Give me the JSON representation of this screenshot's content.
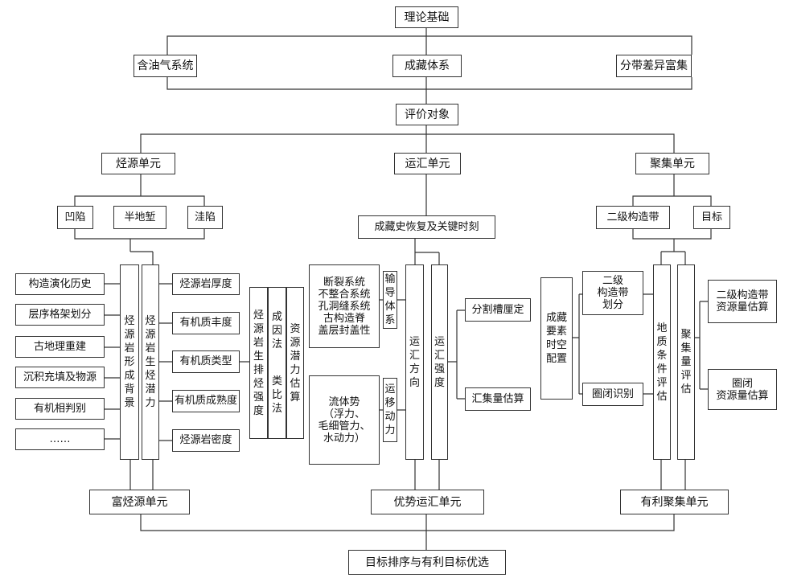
{
  "title": "理论基础",
  "theory": {
    "petroleum_system": "含油气系统",
    "accumulation_system": "成藏体系",
    "zonal_enrichment": "分带差异富集"
  },
  "eval_object": "评价对象",
  "units": {
    "source": "烃源单元",
    "migration": "运汇单元",
    "accumulation": "聚集单元"
  },
  "source": {
    "subtypes": [
      "凹陷",
      "半地堑",
      "洼陷"
    ],
    "background_items": [
      "构造演化历史",
      "层序格架划分",
      "古地理重建",
      "沉积充填及物源",
      "有机相判别",
      "……"
    ],
    "formation_background": "烃源岩形成背景",
    "hc_potential": "烃源岩生烃潜力",
    "rock_items": [
      "烃源岩厚度",
      "有机质丰度",
      "有机质类型",
      "有机质成熟度",
      "烃源岩密度"
    ],
    "expulsion_intensity": "烃源岩生排烃强度",
    "genetic_method": "成因法",
    "analogy_method": "类比法",
    "resource_estimate": "资源潜力估算",
    "result": "富烃源单元"
  },
  "migration": {
    "history": "成藏史恢复及关键时刻",
    "conduit_text": "断裂系统\n不整合系统\n孔洞缝系统\n古构造脊\n盖层封盖性",
    "conduit_system": "输导体系",
    "fluid_text": "流体势\n（浮力、\n毛细管力、\n水动力）",
    "migration_force": "运移动力",
    "direction": "运汇方向",
    "intensity": "运汇强度",
    "ridge": "分割槽厘定",
    "volume": "汇集量估算",
    "result": "优势运汇单元"
  },
  "accumulation": {
    "secondary_belt": "二级构造带",
    "target": "目标",
    "spatiotemporal": "成藏要素时空配置",
    "belt_division": "二级\n构造带\n划分",
    "trap_id": "圈闭识别",
    "geo_eval": "地质条件评估",
    "volume_eval": "聚集量评估",
    "belt_resource": "二级构造带\n资源量估算",
    "trap_resource": "圈闭\n资源量估算",
    "result": "有利聚集单元"
  },
  "final": "目标排序与有利目标优选"
}
